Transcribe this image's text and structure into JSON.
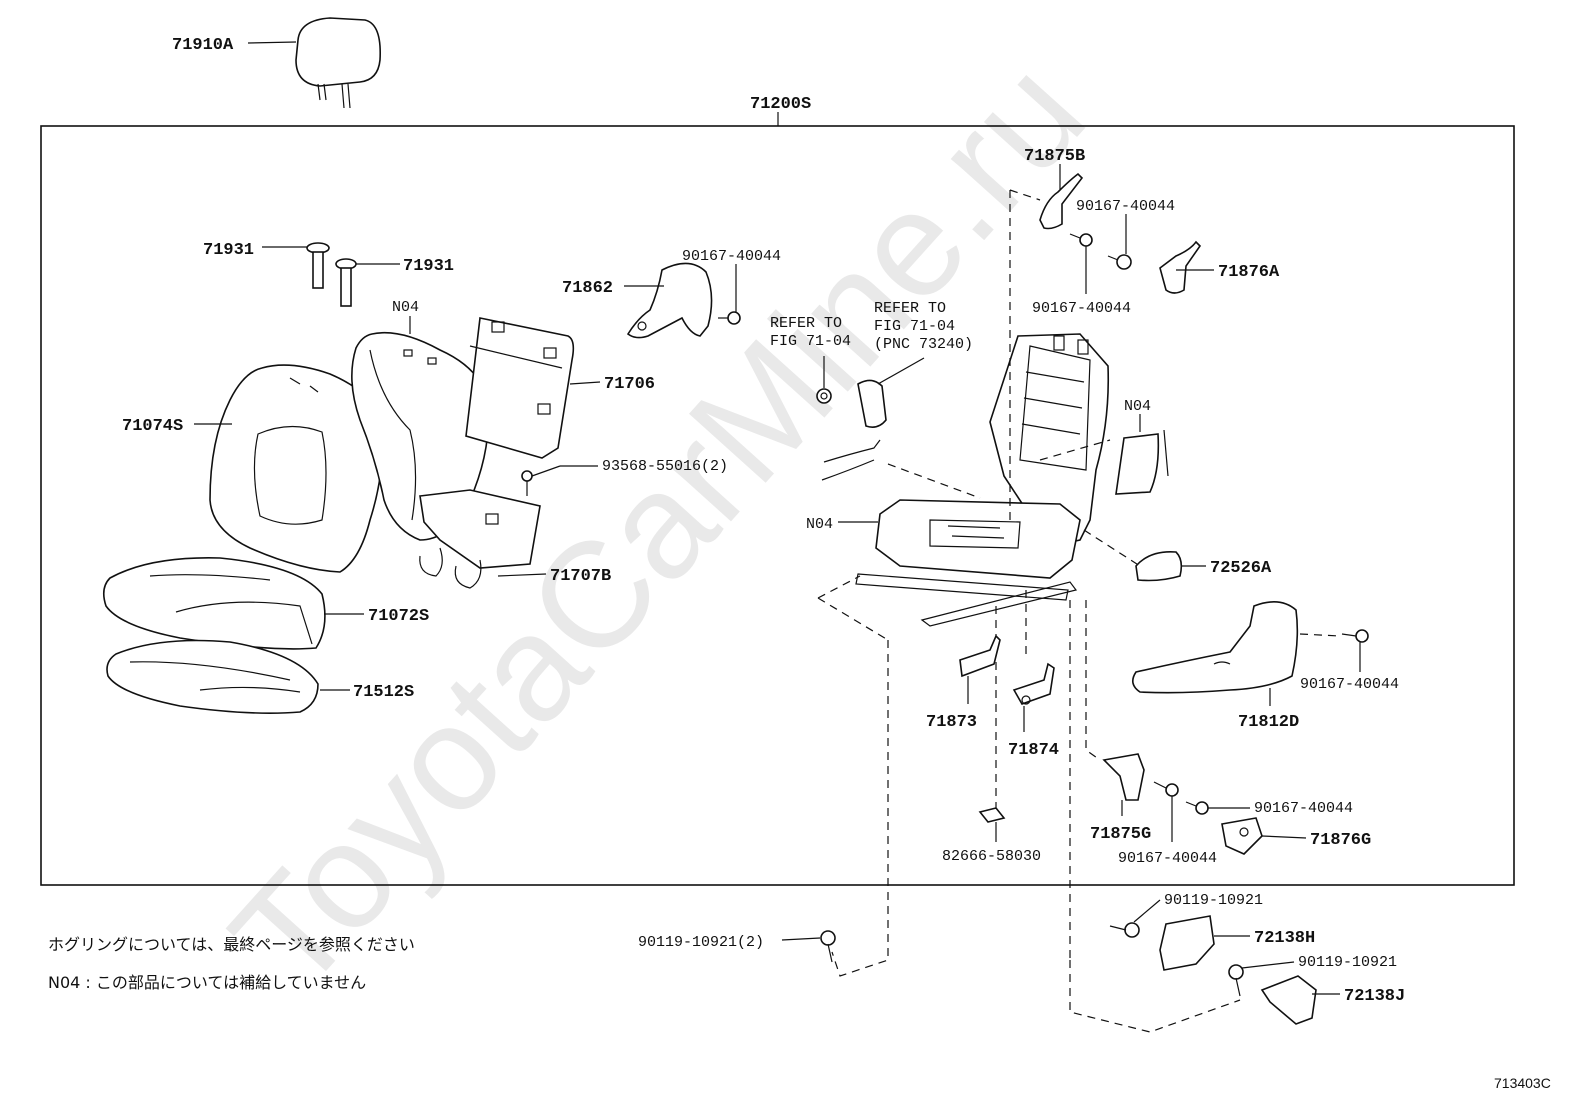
{
  "watermark": "ToyotaCarMine.ru",
  "figure_code": "713403C",
  "assembly_label": "71200S",
  "parts": {
    "headrest": "71910A",
    "headrest_guide_1": "71931",
    "headrest_guide_2": "71931",
    "back_cover": "71074S",
    "back_pad_note": "N04",
    "back_board": "71706",
    "back_board_lower": "71707B",
    "screw_93568": "93568-55016(2)",
    "seat_cover": "71072S",
    "seat_pad": "71512S",
    "shield_71862": "71862",
    "screw_71862": "90167-40044",
    "refer_left": "REFER TO\nFIG  71-04",
    "refer_right": "REFER TO\nFIG  71-04\n(PNC 73240)",
    "frame_note": "N04",
    "frame_side_note": "N04",
    "lever_71875B": "71875B",
    "screw_upper_1": "90167-40044",
    "screw_upper_2": "90167-40044",
    "lever_71876A": "71876A",
    "knob_72526A": "72526A",
    "shield_71812D": "71812D",
    "screw_71812D": "90167-40044",
    "bracket_71873": "71873",
    "bracket_71874": "71874",
    "clip_82666": "82666-58030",
    "cover_71875G": "71875G",
    "screw_lower_1": "90167-40044",
    "screw_lower_2": "90167-40044",
    "cover_71876G": "71876G",
    "bolt_left": "90119-10921(2)",
    "bolt_right_1": "90119-10921",
    "cover_72138H": "72138H",
    "bolt_right_2": "90119-10921",
    "cover_72138J": "72138J"
  },
  "notes": {
    "hog_ring": "ホグリングについては、最終ページを参照ください",
    "n04": "N04 : この部品については補給していません"
  }
}
